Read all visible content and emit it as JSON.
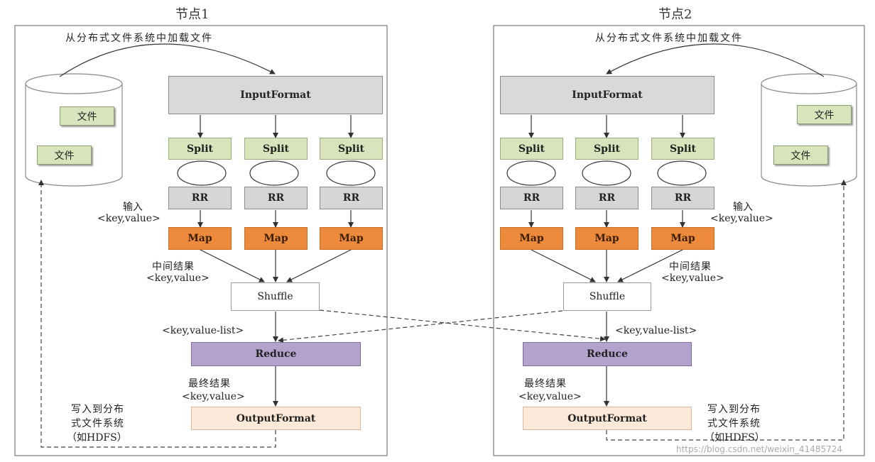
{
  "node1": {
    "title": "节点1",
    "load_label": "从分布式文件系统中加载文件",
    "files": [
      "文件",
      "文件"
    ],
    "input_format": "InputFormat",
    "splits": [
      "Split",
      "Split",
      "Split"
    ],
    "rrs": [
      "RR",
      "RR",
      "RR"
    ],
    "maps": [
      "Map",
      "Map",
      "Map"
    ],
    "input_label": "输入",
    "input_kv": "<key,value>",
    "mid_label": "中间结果",
    "mid_kv": "<key,value>",
    "shuffle": "Shuffle",
    "kvlist": "<key,value-list>",
    "reduce": "Reduce",
    "final_label": "最终结果",
    "final_kv": "<key,value>",
    "output_format": "OutputFormat",
    "write_lines": [
      "写入到分布",
      "式文件系统",
      "（如HDFS）"
    ]
  },
  "node2": {
    "title": "节点2",
    "load_label": "从分布式文件系统中加载文件",
    "files": [
      "文件",
      "文件"
    ],
    "input_format": "InputFormat",
    "splits": [
      "Split",
      "Split",
      "Split"
    ],
    "rrs": [
      "RR",
      "RR",
      "RR"
    ],
    "maps": [
      "Map",
      "Map",
      "Map"
    ],
    "input_label": "输入",
    "input_kv": "<key,value>",
    "mid_label": "中间结果",
    "mid_kv": "<key,value>",
    "shuffle": "Shuffle",
    "kvlist": "<key,value-list>",
    "reduce": "Reduce",
    "final_label": "最终结果",
    "final_kv": "<key,value>",
    "output_format": "OutputFormat",
    "write_lines": [
      "写入到分布",
      "式文件系统",
      "（如HDFS）"
    ]
  },
  "watermark": "https://blog.csdn.net/weixin_41485724",
  "colors": {
    "input_format": "#d9d9d9",
    "split": "#d8e4bc",
    "rr": "#d6d6d6",
    "map": "#ee8a3c",
    "reduce": "#b2a2cc",
    "output_format": "#fde9d9"
  }
}
